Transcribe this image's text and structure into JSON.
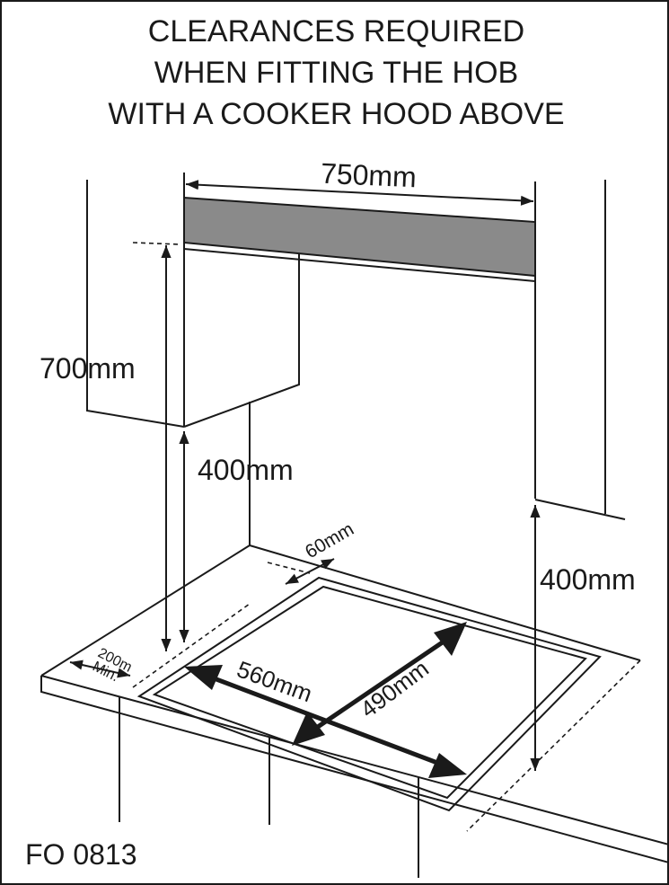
{
  "title": {
    "line1": "CLEARANCES REQUIRED",
    "line2": "WHEN FITTING THE HOB",
    "line3": "WITH A COOKER HOOD ABOVE"
  },
  "dimensions": {
    "hood_width": "750mm",
    "hood_height": "700mm",
    "cabinet_clearance": "400mm",
    "side_clearance": "400mm",
    "rear_clearance": "60mm",
    "front_clearance_value": "200m",
    "front_clearance_note": "Min.",
    "hob_width": "560mm",
    "hob_depth": "490mm"
  },
  "figure_code": "FO 0813",
  "colors": {
    "line": "#1a1a1a",
    "hood_fill": "#8a8a8a"
  }
}
